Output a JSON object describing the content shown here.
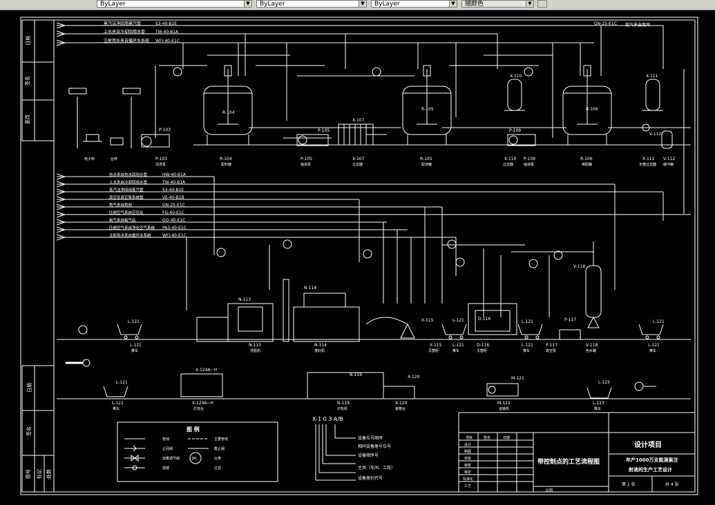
{
  "toolbar": {
    "layer_combo": "ByLayer",
    "linetype_combo": "ByLayer",
    "lineweight_combo": "ByLayer",
    "plotstyle_combo": "随颜色"
  },
  "colors": {
    "background": "#000000",
    "lines": "#ffffff",
    "accent": "#00ff00"
  },
  "top_header_lines": [
    {
      "tag": "S3-40-B1E",
      "label": "蒸汽洁净回用蒸汽管"
    },
    {
      "tag": "TW-40-B1A",
      "label": "上水来自冷却回用水管"
    },
    {
      "tag": "WFI-40-E1C",
      "label": "注射用水来自循环水系统"
    }
  ],
  "top_right_line": {
    "tag": "GN-25-E1C",
    "label": "氮气来自氮网"
  },
  "top_equipment": [
    {
      "tag": "R-104",
      "name": "配料罐",
      "type": "reactor"
    },
    {
      "tag": "R-105",
      "name": "配液罐",
      "type": "reactor"
    },
    {
      "tag": "R-106",
      "name": "稀配罐",
      "type": "reactor"
    },
    {
      "tag": "P-103",
      "name": "清洗泵",
      "type": "pump"
    },
    {
      "tag": "P-105",
      "name": "输液泵",
      "type": "pump"
    },
    {
      "tag": "X-107",
      "name": "过滤器",
      "type": "filter"
    },
    {
      "tag": "P-109",
      "name": "输液泵",
      "type": "pump"
    },
    {
      "tag": "X-110",
      "name": "过滤器",
      "type": "filter"
    },
    {
      "tag": "X-111",
      "name": "无菌过滤器",
      "type": "filter"
    },
    {
      "tag": "V-112",
      "name": "缓冲罐",
      "type": "vessel"
    }
  ],
  "top_small_labels": {
    "balance1": "电子秤",
    "balance2": "台秤"
  },
  "mid_header_lines": [
    {
      "tag": "HW-40-B1A",
      "label": "热水来自热水回用水管"
    },
    {
      "tag": "TW-40-B1A",
      "label": "上水来自冷却回用水管"
    },
    {
      "tag": "S3-40-B1E",
      "label": "蒸汽洁净回用蒸汽管"
    },
    {
      "tag": "VE-40-B1B",
      "label": "真空至真空泵系统管"
    },
    {
      "tag": "GN-25-E1C",
      "label": "氮气来自氮网"
    },
    {
      "tag": "FG-40-E1C",
      "label": "压缩空气来自空压站"
    },
    {
      "tag": "GO-40-E1C",
      "label": "氧气来自氧气站"
    },
    {
      "tag": "PA3-40-E1C",
      "label": "压缩空气来自净化空气系统"
    },
    {
      "tag": "WFI-40-E1C",
      "label": "注射用水来自循环水系统"
    }
  ],
  "mid_equipment": [
    {
      "tag": "L-121",
      "name": "推车"
    },
    {
      "tag": "N-113",
      "name": "洗瓶机"
    },
    {
      "tag": "N-114",
      "name": "灌封机"
    },
    {
      "tag": "X-115",
      "name": "灭菌柜"
    },
    {
      "tag": "L-121",
      "name": "推车"
    },
    {
      "tag": "D-116",
      "name": "灭菌柜"
    },
    {
      "tag": "L-121",
      "name": "推车"
    },
    {
      "tag": "P-117",
      "name": "真空泵"
    },
    {
      "tag": "V-118",
      "name": "色水罐"
    },
    {
      "tag": "L-121",
      "name": "推车"
    }
  ],
  "bottom_equipment": [
    {
      "tag": "L-121",
      "name": "推车"
    },
    {
      "tag": "X-124A~H",
      "name": "灯检台"
    },
    {
      "tag": "N-119",
      "name": "印包机"
    },
    {
      "tag": "X-120",
      "name": "装箱台"
    },
    {
      "tag": "M-121",
      "name": "运输机"
    },
    {
      "tag": "L-123",
      "name": "推车"
    }
  ],
  "legend": {
    "title": "图 例",
    "items": [
      {
        "label": "管线"
      },
      {
        "label": "主要管线"
      },
      {
        "label": "止回阀"
      },
      {
        "label": "截止阀"
      },
      {
        "label": "流量调节阀"
      },
      {
        "label": "仪表"
      },
      {
        "label": "视镜"
      },
      {
        "label": "过滤"
      }
    ],
    "instrument_symbol": "PI"
  },
  "tag_explainer": {
    "code": "X-1 0 3 A/B",
    "lines": [
      "设备位号顺序",
      "相同设备尾号位号",
      "设备顺序号",
      "主项（车间、工段）",
      "设备类别代号"
    ]
  },
  "title_block": {
    "drawing_title": "带控制点的工艺流程图",
    "project_label": "设计项目",
    "project_name_line1": "年产1000万支氨溴索注",
    "project_name_line2": "射液的生产工艺设计",
    "sheet": "第 1 张",
    "total": "共 4 张",
    "rows": [
      "设计",
      "制图",
      "校核",
      "审核",
      "审定",
      "标准化",
      "工艺"
    ],
    "header_cells": [
      "项目",
      "签名",
      "日期"
    ],
    "bottom_left": "比例"
  },
  "left_margin": {
    "top_labels": [
      "日期",
      "签名",
      "更改"
    ],
    "bottom_labels": [
      "日期",
      "签名",
      "图号",
      "标记",
      "处数"
    ]
  }
}
